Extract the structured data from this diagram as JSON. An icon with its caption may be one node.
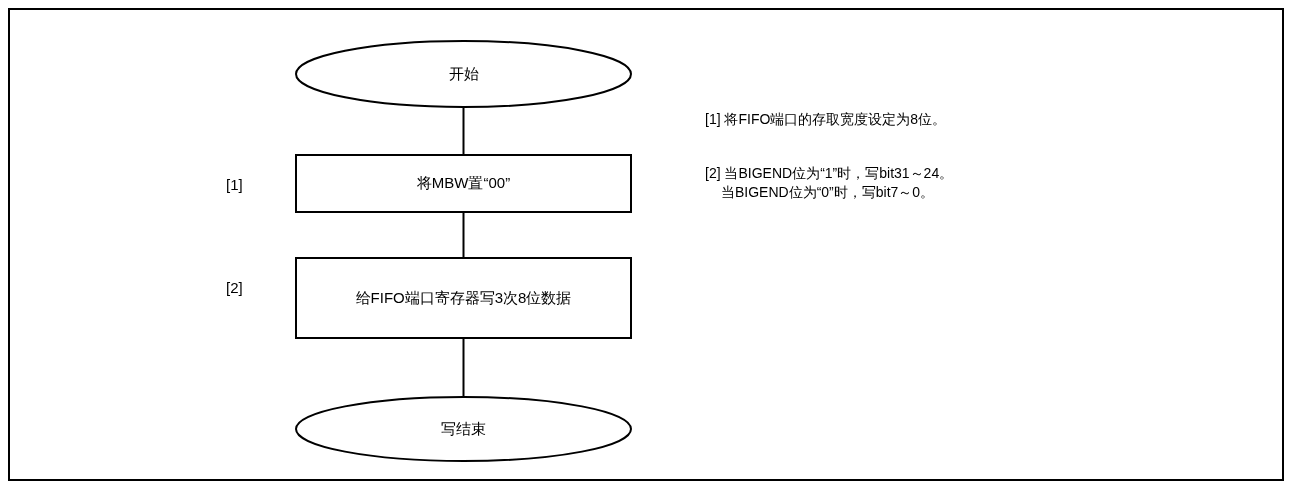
{
  "diagram": {
    "nodes": [
      {
        "text": [
          "开始"
        ]
      },
      {
        "text": [
          "将MBW置“00”"
        ],
        "beside": [
          "[1]"
        ]
      },
      {
        "text": [
          "给FIFO端口寄存器写3次8位数据"
        ],
        "beside": [
          "[2]"
        ]
      },
      {
        "text": [
          "写结束"
        ]
      }
    ],
    "edges": [
      {
        "from": 0,
        "to": 1,
        "arrow": "none"
      },
      {
        "from": 1,
        "to": 2,
        "arrow": "none"
      },
      {
        "from": 2,
        "to": 3,
        "arrow": "none"
      }
    ],
    "labels": [
      "[1] 将FIFO端口的存取宽度设定为8位。",
      "[2] 当BIGEND位为“1”时，写bit31～24。",
      "当BIGEND位为“0”时，写bit7～0。"
    ]
  }
}
